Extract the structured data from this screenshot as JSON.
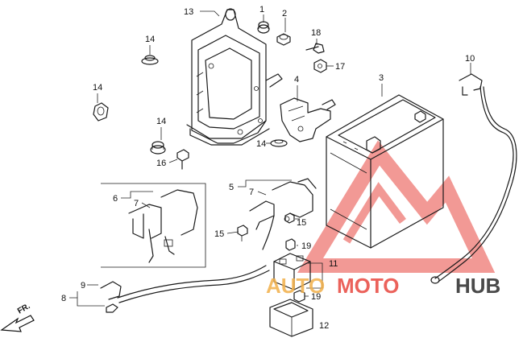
{
  "callouts": {
    "n1": "1",
    "n2": "2",
    "n3": "3",
    "n4": "4",
    "n5": "5",
    "n6": "6",
    "n7a": "7",
    "n7b": "7",
    "n8": "8",
    "n9": "9",
    "n10": "10",
    "n11": "11",
    "n12": "12",
    "n13": "13",
    "n14a": "14",
    "n14b": "14",
    "n14c": "14",
    "n14d": "14",
    "n15a": "15",
    "n15b": "15",
    "n16": "16",
    "n17": "17",
    "n18": "18",
    "n19a": "19",
    "n19b": "19"
  },
  "direction_label": "FR.",
  "watermark": {
    "part1": "AUTO",
    "part2": "MOTO",
    "part3": "HUB"
  },
  "colors": {
    "watermark_red": "#e8473f",
    "watermark_orange": "#f2b04a",
    "watermark_dark": "#2b2b2b"
  }
}
